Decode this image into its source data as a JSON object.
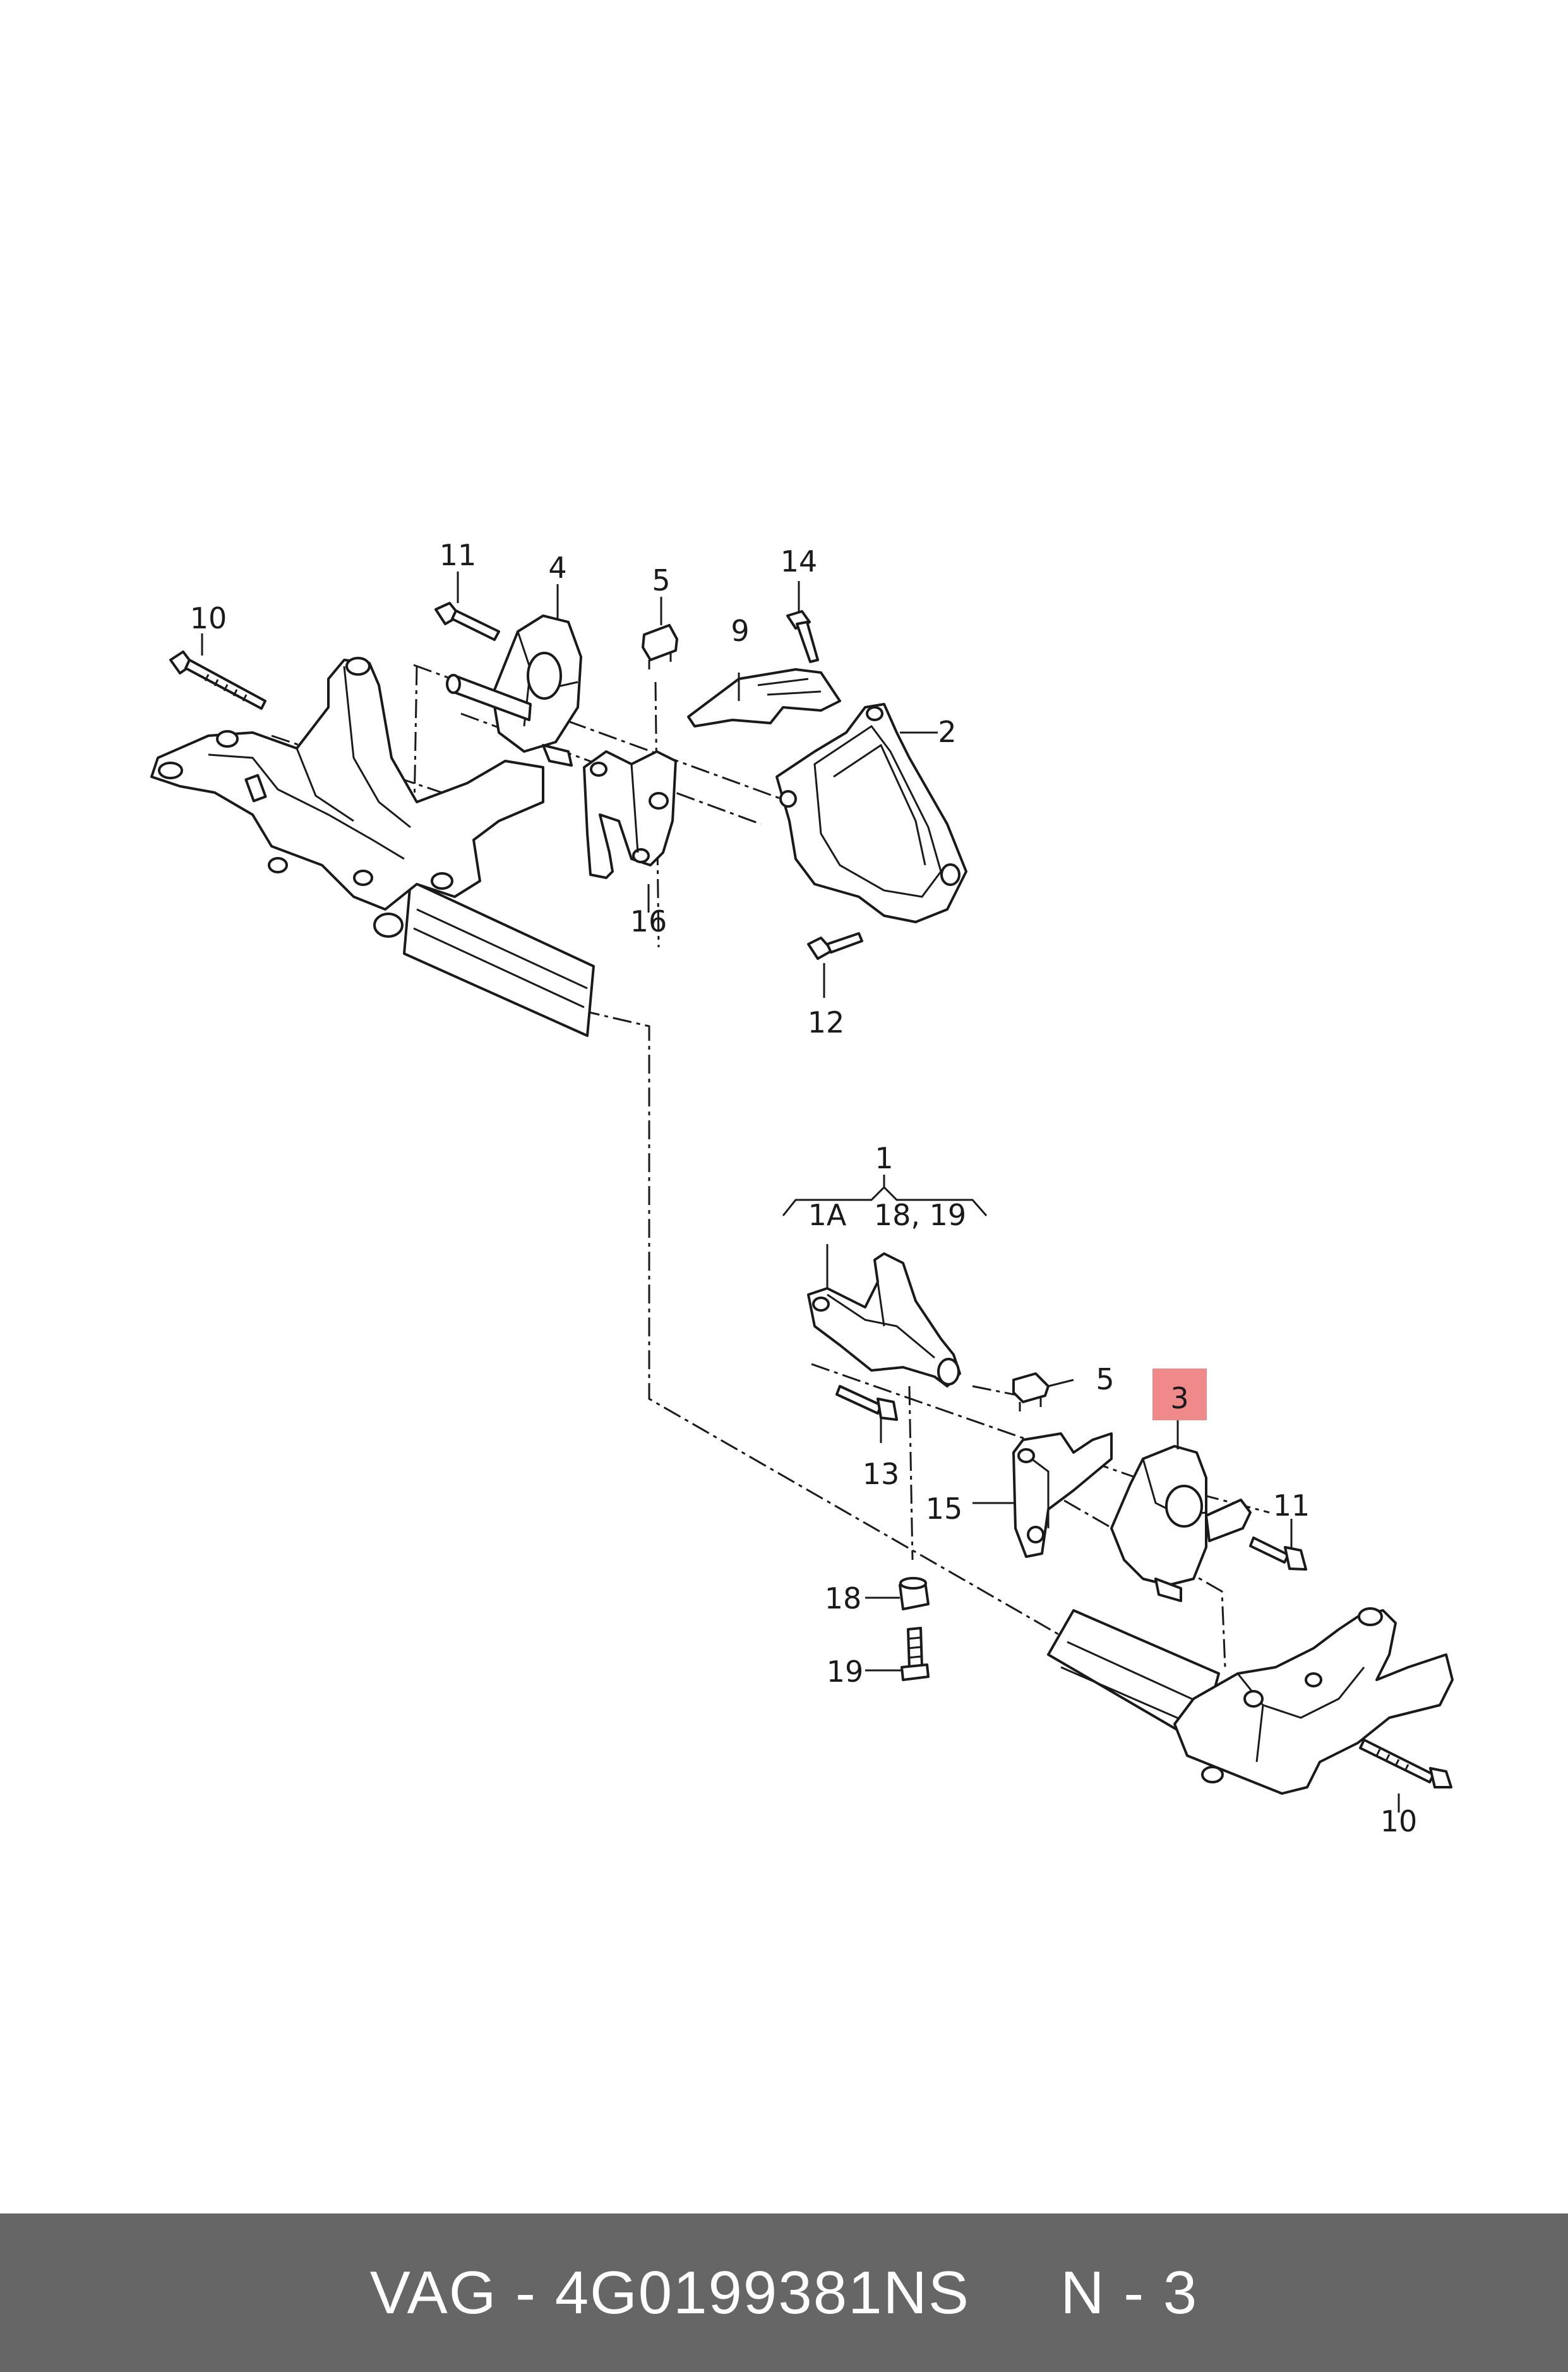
{
  "diagram": {
    "highlight_color": "#f08a8a",
    "highlighted_label": "3",
    "labels": {
      "l10a": "10",
      "l11a": "11",
      "l4": "4",
      "l5a": "5",
      "l14": "14",
      "l9": "9",
      "l2": "2",
      "l16": "16",
      "l12": "12",
      "l1": "1",
      "l1A": "1A",
      "l1819a": "18, 19",
      "l5b": "5",
      "l3": "3",
      "l13": "13",
      "l15": "15",
      "l11b": "11",
      "l18": "18",
      "l19": "19",
      "l10b": "10"
    }
  },
  "footer": {
    "text": "VAG - 4G0199381NS     N - 3",
    "background": "#666666"
  }
}
